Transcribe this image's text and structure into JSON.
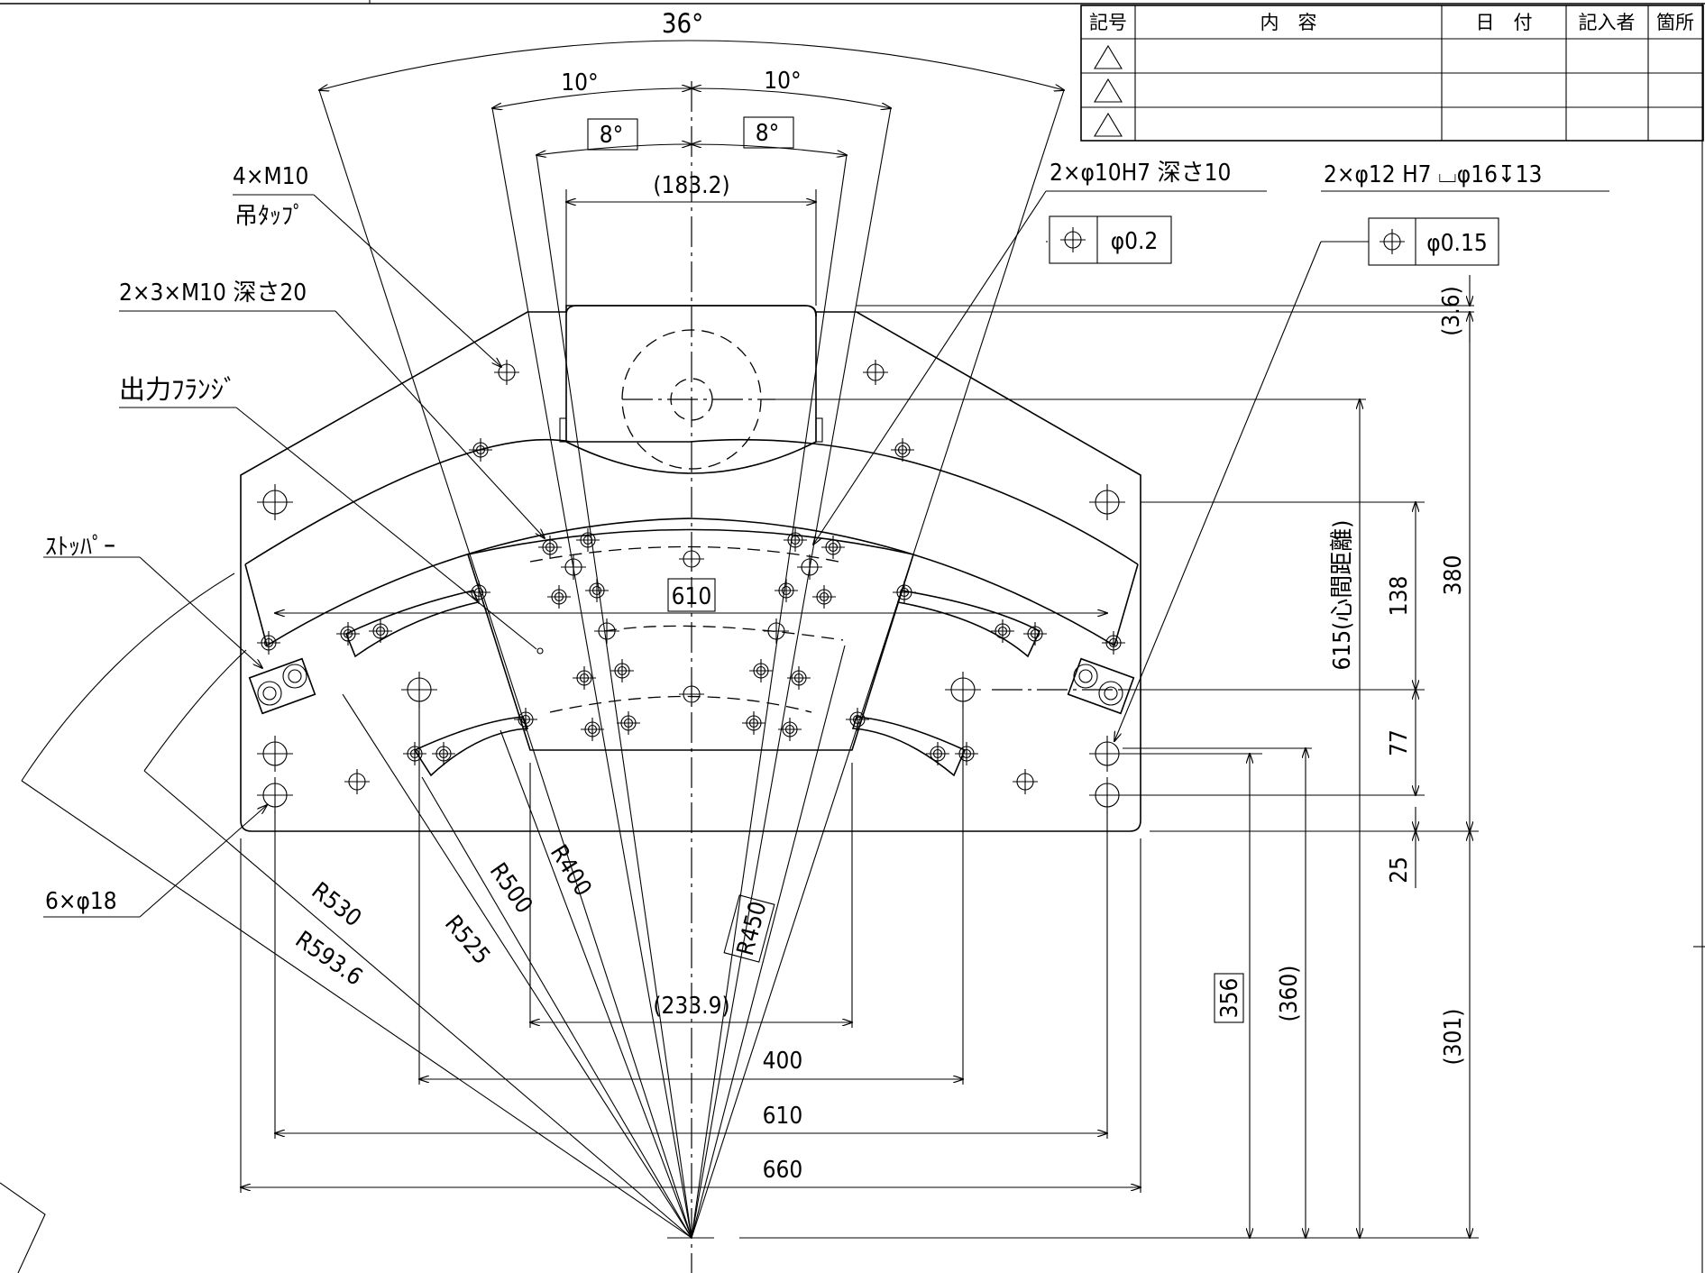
{
  "revision_table": {
    "headers": [
      "記号",
      "内　容",
      "日　付",
      "記入者",
      "箇所"
    ],
    "rows": [
      {
        "symbol": "triangle"
      },
      {
        "symbol": "triangle"
      },
      {
        "symbol": "triangle"
      }
    ]
  },
  "callouts": {
    "lift_tap": {
      "line1": "4×M10",
      "line2": "吊ﾀｯﾌﾟ"
    },
    "threaded_holes": "2×3×M10 深さ20",
    "output_flange": "出力ﾌﾗﾝｼﾞ",
    "stopper": "ｽﾄｯﾊﾟｰ",
    "through_holes": "6×φ18",
    "pin_holes": "2×φ10H7 深さ10",
    "cbore_holes": "2×φ12 H7 ⌴φ16↧13"
  },
  "tolerance_frames": {
    "position_a": {
      "symbol": "⌖",
      "value": "φ0.2"
    },
    "position_b": {
      "symbol": "⌖",
      "value": "φ0.15"
    }
  },
  "angles": {
    "total": "36°",
    "left": "10°",
    "right": "10°",
    "left_basic": "8°",
    "right_basic": "8°"
  },
  "dimensions": {
    "top_chord": "(183.2)",
    "frame_610": "610",
    "gap_3_6": "(3.6)",
    "center_distance": "615(心間距離)",
    "d380": "380",
    "d138": "138",
    "d77": "77",
    "d25": "25",
    "d356": "356",
    "d360": "(360)",
    "d301": "(301)",
    "bottom_chord": "(233.9)",
    "w400": "400",
    "w610": "610",
    "w660": "660"
  },
  "radii": {
    "r400": "R400",
    "r450": "R450",
    "r500": "R500",
    "r525": "R525",
    "r530": "R530",
    "r593": "R593.6"
  }
}
